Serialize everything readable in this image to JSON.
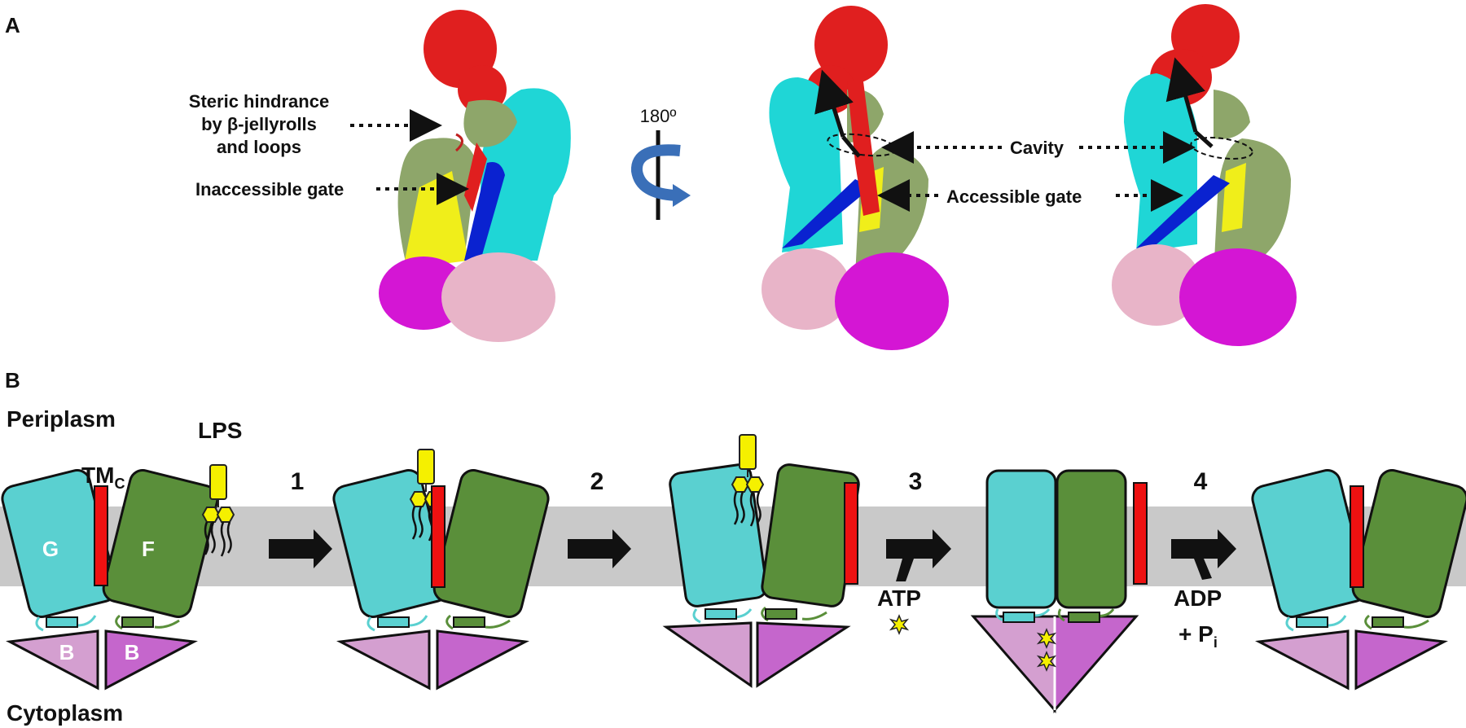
{
  "panel_a": {
    "label": "A",
    "annotations": {
      "steric_line1": "Steric hindrance",
      "steric_line2": "by β-jellyrolls",
      "steric_line3": "and loops",
      "inaccessible_gate": "Inaccessible gate",
      "rotation": "180º",
      "cavity": "Cavity",
      "accessible_gate": "Accessible gate"
    }
  },
  "panel_b": {
    "label": "B",
    "periplasm": "Periplasm",
    "cytoplasm": "Cytoplasm",
    "lps": "LPS",
    "tmc": "TM",
    "tmc_sub": "C",
    "domain_g": "G",
    "domain_f": "F",
    "domain_b": "B",
    "steps": [
      "1",
      "2",
      "3",
      "4"
    ],
    "atp": "ATP",
    "adp": "ADP",
    "pi_prefix": "+ P",
    "pi_sub": "i"
  },
  "colors": {
    "lptG": "#5ad0d0",
    "lptF": "#5a8f3a",
    "lptC_TM": "#ee1111",
    "lptB_light": "#d49fd0",
    "lptB_dark": "#c566cc",
    "lps": "#f5f000",
    "membrane": "#c9c9c9",
    "surface_red": "#e01f1f",
    "surface_cyan": "#1fd6d6",
    "surface_olive": "#8ea66a",
    "surface_yellow": "#f0ee1a",
    "surface_blue": "#0a22d0",
    "surface_magenta": "#d416d4",
    "surface_pink": "#e8b4c8"
  }
}
